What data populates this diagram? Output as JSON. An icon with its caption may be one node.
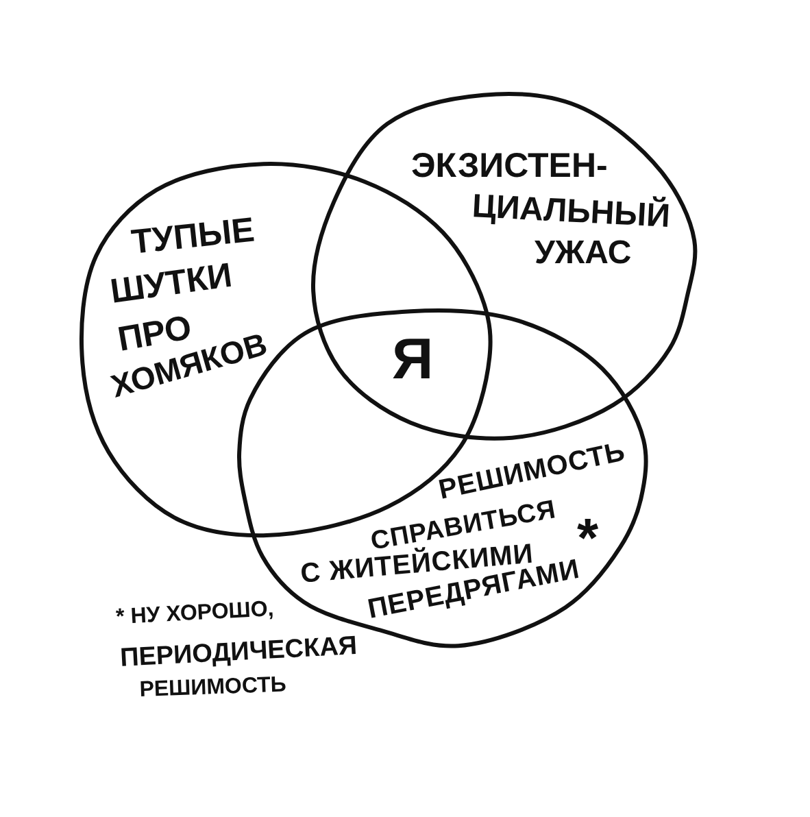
{
  "diagram": {
    "nodes": [
      {
        "text": [
          "ТУПЫЕ ШУТКИ ПРО ХОМЯКОВ"
        ]
      },
      {
        "text": [
          "ЭКЗИСТЕН- ЦИАЛЬНЫЙ УЖАС"
        ]
      },
      {
        "text": [
          "РЕШИМОСТЬ СПРАВИТЬСЯ С ЖИТЕЙСКИМИ ПЕРЕДРЯГАМИ",
          "*"
        ]
      }
    ],
    "labels": [
      "Я",
      "* НУ ХОРОШО, ПЕРИОДИЧЕСКАЯ РЕШИМОСТЬ"
    ]
  }
}
